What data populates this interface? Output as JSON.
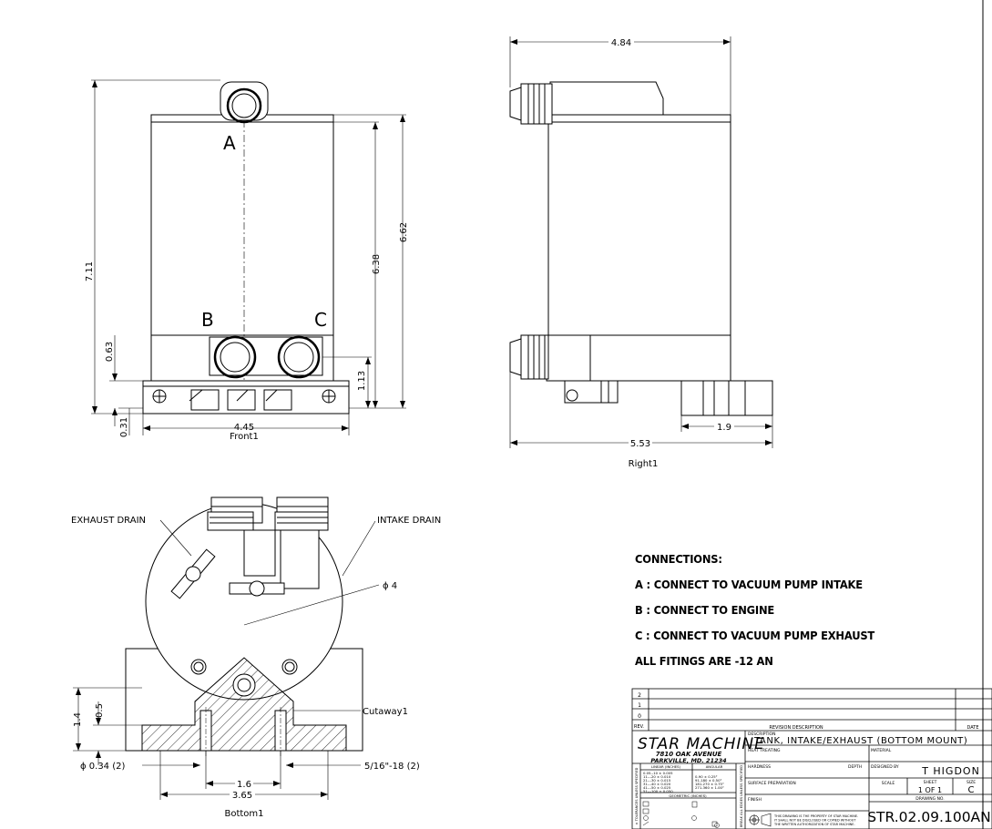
{
  "views": {
    "front": {
      "label": "Front1",
      "ports": [
        "A",
        "B",
        "C"
      ],
      "dims": {
        "overall_height": "7.11",
        "body_height": "6.62",
        "inner_height": "6.38",
        "base_offset": "0.63",
        "base_thickness": "0.31",
        "port_height": "1.13",
        "width": "4.45"
      }
    },
    "right": {
      "label": "Right1",
      "dims": {
        "top_length": "4.84",
        "bottom_length": "5.53",
        "foot_length": "1.9"
      }
    },
    "cutaway": {
      "label": "Cutaway1",
      "callouts": {
        "exhaust_drain": "EXHAUST DRAIN",
        "intake_drain": "INTAKE DRAIN",
        "diameter": "ϕ 4"
      },
      "dims": {
        "height": "1.4",
        "plate": "0.5",
        "hole_dia": "ϕ 0.34 (2)",
        "thread": "5/16\"-18 (2)",
        "hole_spacing": "1.6",
        "overall_width": "3.65"
      }
    },
    "bottom": {
      "label": "Bottom1"
    }
  },
  "notes": {
    "heading": "CONNECTIONS:",
    "lines": [
      "A : CONNECT TO VACUUM PUMP INTAKE",
      "B : CONNECT TO ENGINE",
      "C : CONNECT TO VACUUM PUMP EXHAUST",
      "ALL FITINGS ARE -12 AN"
    ]
  },
  "title_block": {
    "rev_rows": [
      "2",
      "1",
      "0"
    ],
    "rev_header": "REV.",
    "revision_description": "REVISION DESCRIPTION",
    "date": "DATE",
    "company": "STAR MACHINE",
    "address_1": "7810 OAK AVENUE",
    "address_2": "PARKVILLE, MD. 21234",
    "description_label": "DESCRIPTION",
    "description": "TANK, INTAKE/EXHAUST (BOTTOM MOUNT)",
    "heat_treating": "HEAT TREATING",
    "material": "MATERIAL",
    "hardness": "HARDNESS",
    "depth": "DEPTH",
    "designed_by_label": "DESIGNED BY",
    "designed_by": "T HIGDON",
    "surface_preparation": "SURFACE PREPARATION",
    "scale": "SCALE",
    "sheet_label": "SHEET",
    "sheet_value": "1 OF 1",
    "size_label": "SIZE",
    "size_value": "C",
    "finish": "FINISH",
    "drawing_no_label": "DRAWING NO.",
    "drawing_no": "STR.02.09.100AN",
    "tolerance_side": "± TOLERANCES UNLESS SPECIFIED",
    "break_side": "BREAK ALL EDGES UNLESS SPECIFIED",
    "linear_label": "LINEAR (INCHES)",
    "angular_label": "ANGULAR",
    "geometric_label": "GEOMETRIC (INCHES)",
    "linear_rows": [
      "0.05--10 ± 0.005",
      "11---20 ± 0.010",
      "21---30 ± 0.015",
      "31---40 ± 0.020",
      "41---50 ± 0.025",
      "51---100 ± 0.050"
    ],
    "angular_rows": [
      "0-90 ± 0.25°",
      "91-180 ± 0.50°",
      "181-270 ± 0.75°",
      "271-360 ± 1.00°"
    ],
    "property_note": "THIS DRAWING IS THE PROPERTY OF STAR MACHINE. IT SHALL NOT BE DISCLOSED OR COPIED WITHOUT THE WRITTEN AUTHORIZATION OF STAR MACHINE."
  }
}
